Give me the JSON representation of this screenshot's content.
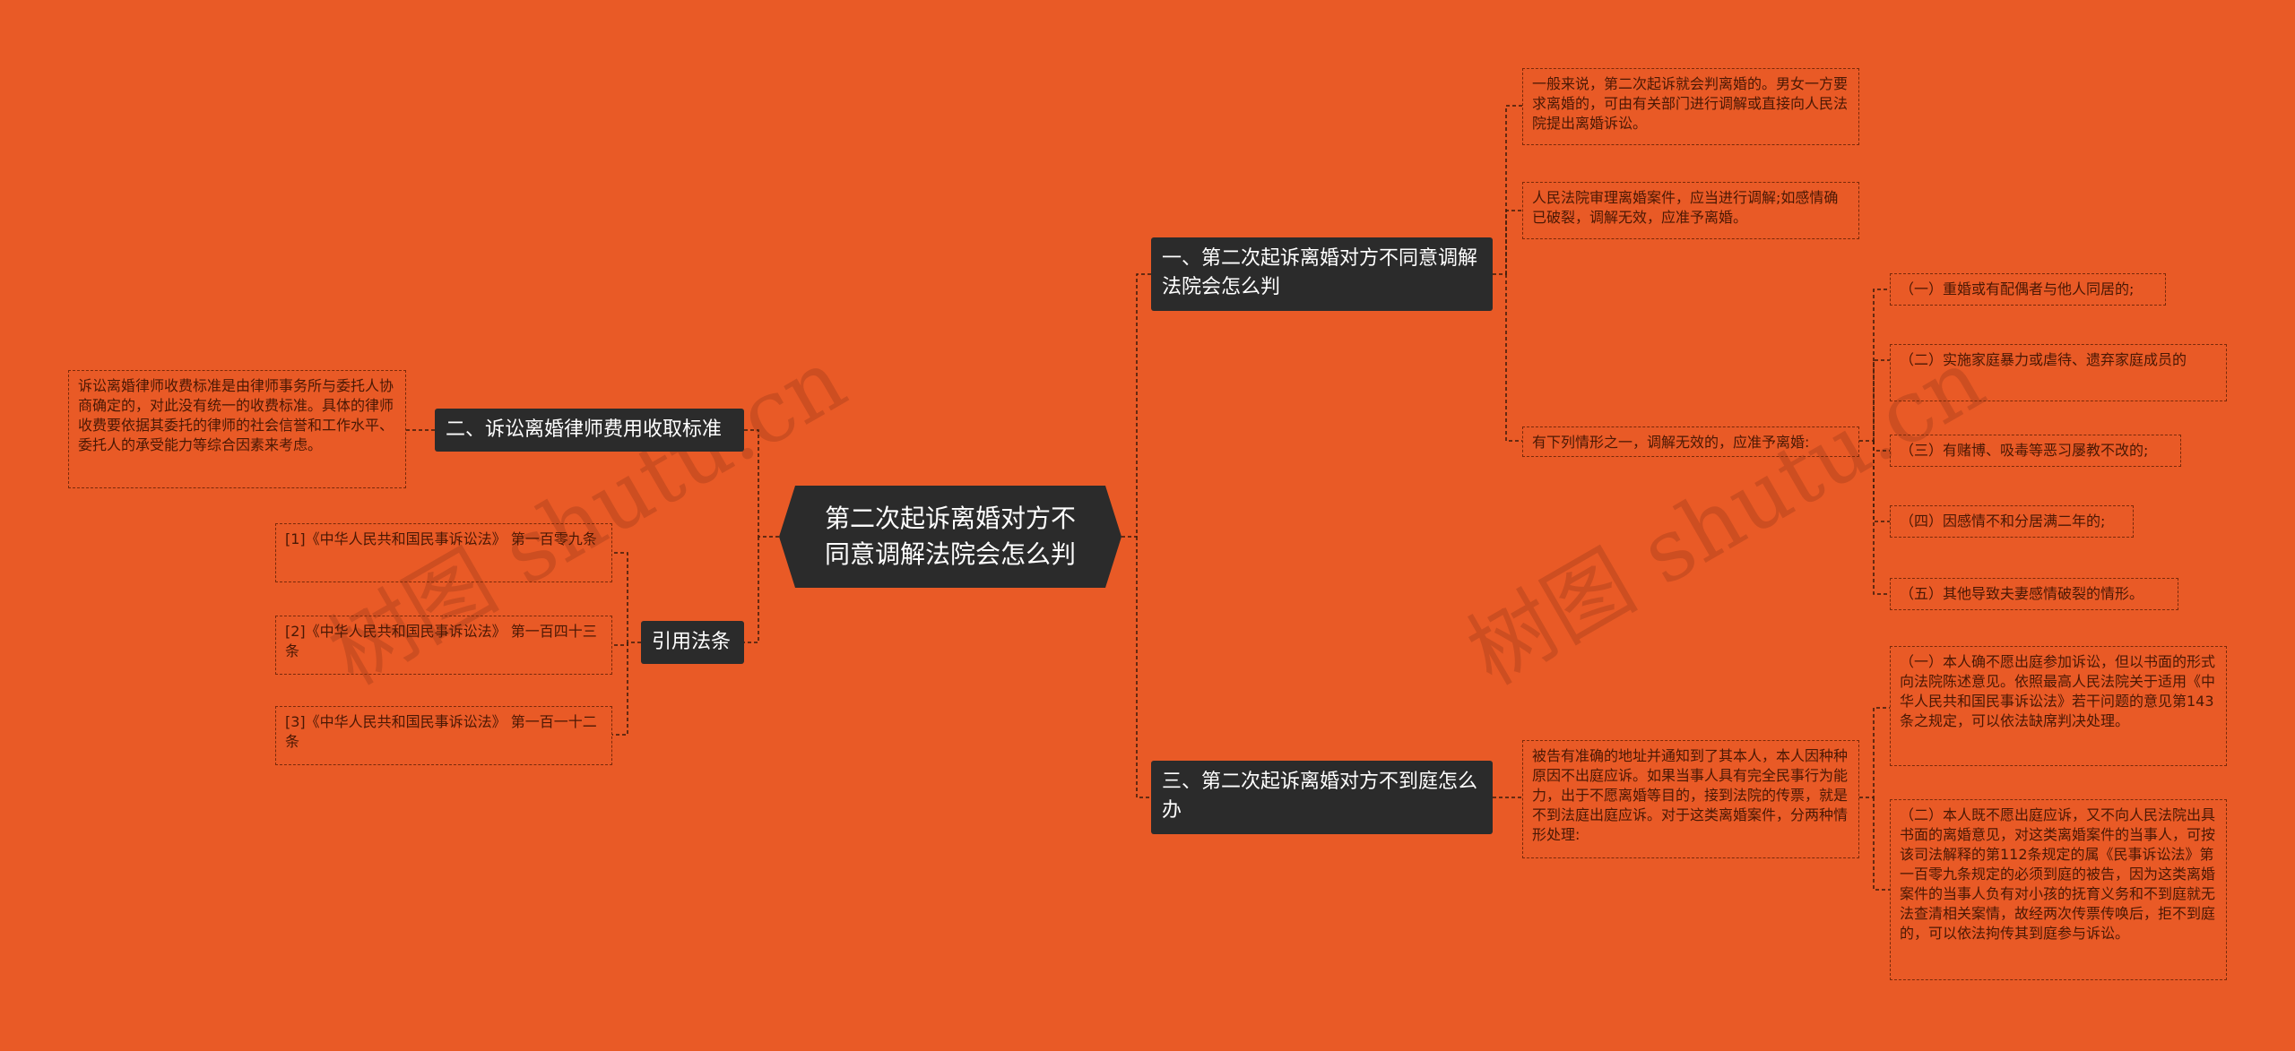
{
  "root": {
    "label": "第二次起诉离婚对方不同意调解法院会怎么判"
  },
  "branches": {
    "b1": {
      "label": "一、第二次起诉离婚对方不同意调解法院会怎么判",
      "notes": [
        "一般来说，第二次起诉就会判离婚的。男女一方要求离婚的，可由有关部门进行调解或直接向人民法院提出离婚诉讼。",
        "人民法院审理离婚案件，应当进行调解;如感情确已破裂，调解无效，应准予离婚。",
        "有下列情形之一，调解无效的，应准予离婚:"
      ],
      "conditions": [
        "（一）重婚或有配偶者与他人同居的;",
        "（二）实施家庭暴力或虐待、遗弃家庭成员的",
        "（三）有赌博、吸毒等恶习屡教不改的;",
        "（四）因感情不和分居满二年的;",
        "（五）其他导致夫妻感情破裂的情形。"
      ]
    },
    "b2": {
      "label": "二、诉讼离婚律师费用收取标准",
      "note": "诉讼离婚律师收费标准是由律师事务所与委托人协商确定的，对此没有统一的收费标准。具体的律师收费要依据其委托的律师的社会信誉和工作水平、委托人的承受能力等综合因素来考虑。"
    },
    "b3": {
      "label": "三、第二次起诉离婚对方不到庭怎么办",
      "note": "被告有准确的地址并通知到了其本人，本人因种种原因不出庭应诉。如果当事人具有完全民事行为能力，出于不愿离婚等目的，接到法院的传票，就是不到法庭出庭应诉。对于这类离婚案件，分两种情形处理:",
      "cases": [
        "（一）本人确不愿出庭参加诉讼，但以书面的形式向法院陈述意见。依照最高人民法院关于适用《中华人民共和国民事诉讼法》若干问题的意见第143条之规定，可以依法缺席判决处理。",
        "（二）本人既不愿出庭应诉，又不向人民法院出具书面的离婚意见，对这类离婚案件的当事人，可按该司法解释的第112条规定的属《民事诉讼法》第一百零九条规定的必须到庭的被告，因为这类离婚案件的当事人负有对小孩的抚育义务和不到庭就无法查清相关案情，故经两次传票传唤后，拒不到庭的，可以依法拘传其到庭参与诉讼。"
      ]
    },
    "b4": {
      "label": "引用法条",
      "refs": [
        "[1]《中华人民共和国民事诉讼法》 第一百零九条",
        "[2]《中华人民共和国民事诉讼法》 第一百四十三条",
        "[3]《中华人民共和国民事诉讼法》 第一百一十二条"
      ]
    }
  },
  "watermark": "树图 shutu.cn",
  "colors": {
    "background": "#E95A26",
    "node": "#2B2B2B",
    "line": "#3A1A0A"
  }
}
